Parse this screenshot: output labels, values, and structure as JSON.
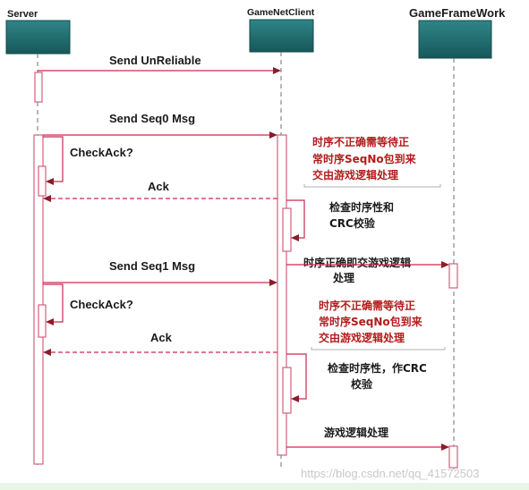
{
  "actors": {
    "server": "Server",
    "gamenetclient": "GameNetClient",
    "gameframework": "GameFrameWork"
  },
  "messages": {
    "send_unreliable": "Send UnReliable",
    "send_seq0": "Send Seq0 Msg",
    "checkack1": "CheckAck?",
    "ack1": "Ack",
    "send_seq1": "Send Seq1 Msg",
    "checkack2": "CheckAck?",
    "ack2": "Ack"
  },
  "notes": {
    "wait1": [
      "时序不正确需等待正",
      "常时序SeqNo包到来",
      "交由游戏逻辑处理"
    ],
    "check1": [
      "检查时序性和",
      "CRC校验"
    ],
    "correct_forward": [
      "时序正确即交游戏逻辑",
      "处理"
    ],
    "wait2": [
      "时序不正确需等待正",
      "常时序SeqNo包到来",
      "交由游戏逻辑处理"
    ],
    "check2": [
      "检查时序性，作CRC",
      "校验"
    ],
    "game_logic": "游戏逻辑处理"
  },
  "watermark": "https://blog.csdn.net/qq_41572503",
  "colors": {
    "actor_box": "#1f6b6d",
    "message_line": "#c9294f",
    "arrowhead": "#8c1c2a",
    "activation_fill": "#ffffff",
    "activation_stroke": "#d06080",
    "lifeline": "#707070",
    "note_text": "#b31b1b",
    "label_text": "#1a1a1a",
    "watermark_text": "#c8c8c8",
    "bottom_strip": "#e9f6e6"
  }
}
